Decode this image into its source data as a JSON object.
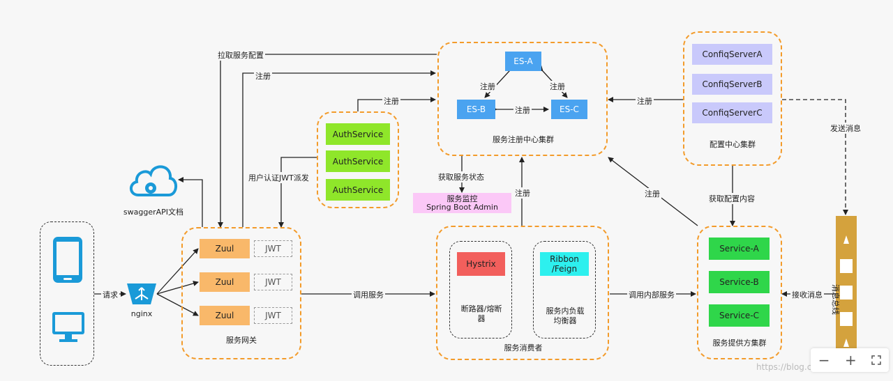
{
  "registry": {
    "title": "服务注册中心集群",
    "nodes": [
      "ES-A",
      "ES-B",
      "ES-C"
    ],
    "peer_edge_label": "注册"
  },
  "config": {
    "title": "配置中心集群",
    "servers": [
      "ConfiqServerA",
      "ConfiqServerB",
      "ConfiqServerC"
    ]
  },
  "auth": {
    "services": [
      "AuthService",
      "AuthService",
      "AuthService"
    ]
  },
  "swagger": {
    "label": "swaggerAPI文档"
  },
  "monitor": {
    "line1": "服务监控",
    "line2": "Spring Boot Admin"
  },
  "gateway": {
    "title": "服务网关",
    "zuul": [
      "Zuul",
      "Zuul",
      "Zuul"
    ],
    "jwt": [
      "JWT",
      "JWT",
      "JWT"
    ]
  },
  "nginx": {
    "label": "nginx"
  },
  "consumer": {
    "title": "服务消费者",
    "hystrix": "Hystrix",
    "hystrix_caption": "断路器/熔断器",
    "ribbon_line1": "Ribbon",
    "ribbon_line2": "/Feign",
    "ribbon_caption": "服务内负载均衡器"
  },
  "provider": {
    "title": "服务提供方集群",
    "services": [
      "Service-A",
      "Service-B",
      "Service-C"
    ]
  },
  "bus": {
    "label": "消息总线"
  },
  "edges": {
    "pull_config": "拉取服务配置",
    "register": "注册",
    "jwt_issue": "用户认证JWT派发",
    "get_status": "获取服务状态",
    "get_config": "获取配置内容",
    "send_msg": "发送消息",
    "request": "请求",
    "call_service": "调用服务",
    "call_internal": "调用内部服务",
    "receive_msg": "接收消息"
  },
  "watermark": "https://blog.csdn.net/xxx",
  "zoom": {
    "minus": "−",
    "plus": "+"
  },
  "colors": {
    "cluster_border": "#f39b2a",
    "es": "#4aa3f0",
    "config": "#c9c9fb",
    "auth": "#8fe62a",
    "zuul": "#f9b86a",
    "service": "#2fd64a",
    "hystrix": "#f25f5c",
    "ribbon": "#2df0ee",
    "monitor": "#fbc8f7",
    "bus": "#d4a23d",
    "icon_blue": "#1a9ad8"
  }
}
